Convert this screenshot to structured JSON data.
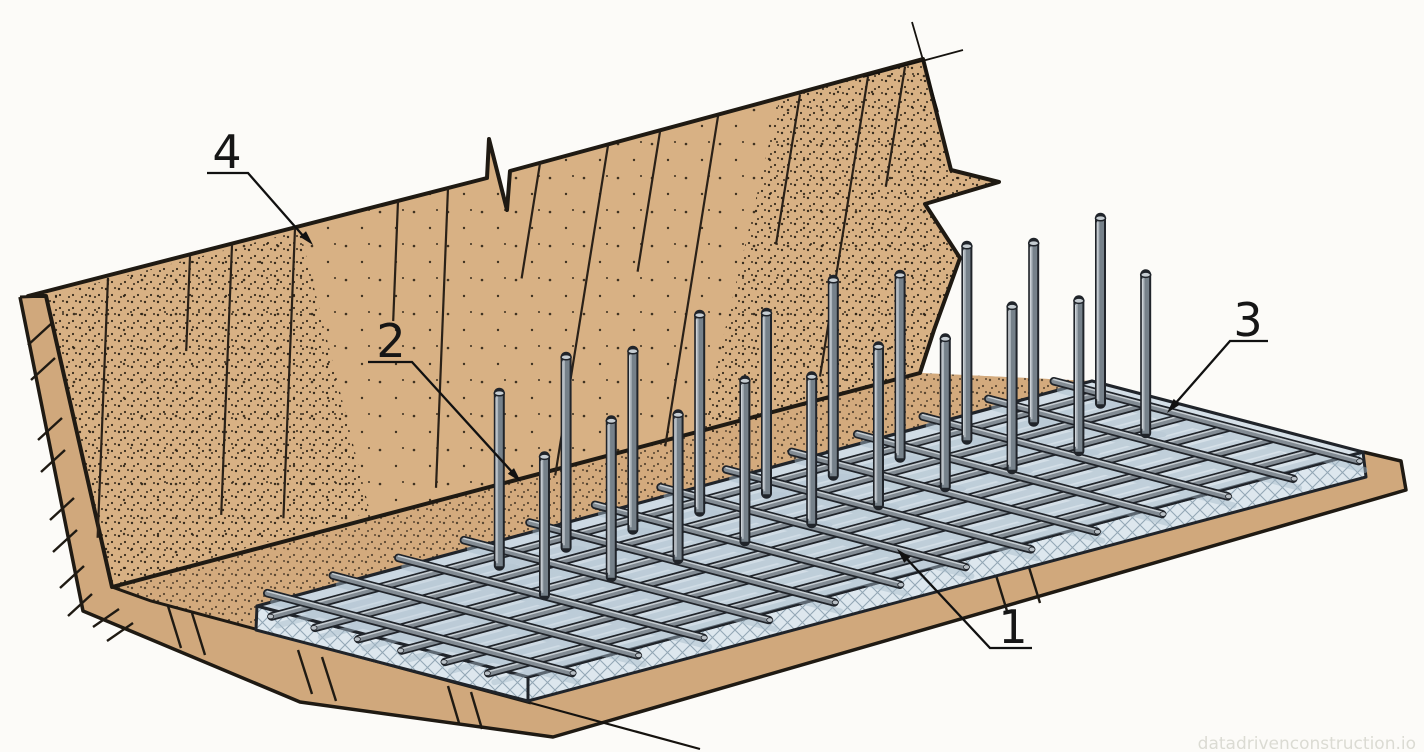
{
  "figure": {
    "callouts": [
      {
        "text": "1"
      },
      {
        "text": "2"
      },
      {
        "text": "3"
      },
      {
        "text": "4"
      }
    ],
    "watermark": "datadrivenconstruction.io",
    "palette": {
      "soil_wall": "#d8b184",
      "soil_band": "#d0a87c",
      "excavation_floor": "#d3aa7d",
      "under_slab_soil": "#c7a176",
      "slab_top": "#cbd8e2",
      "slab_face": "#dde7ee",
      "rebar_gray": "#828b93",
      "outline": "#20242a"
    }
  }
}
